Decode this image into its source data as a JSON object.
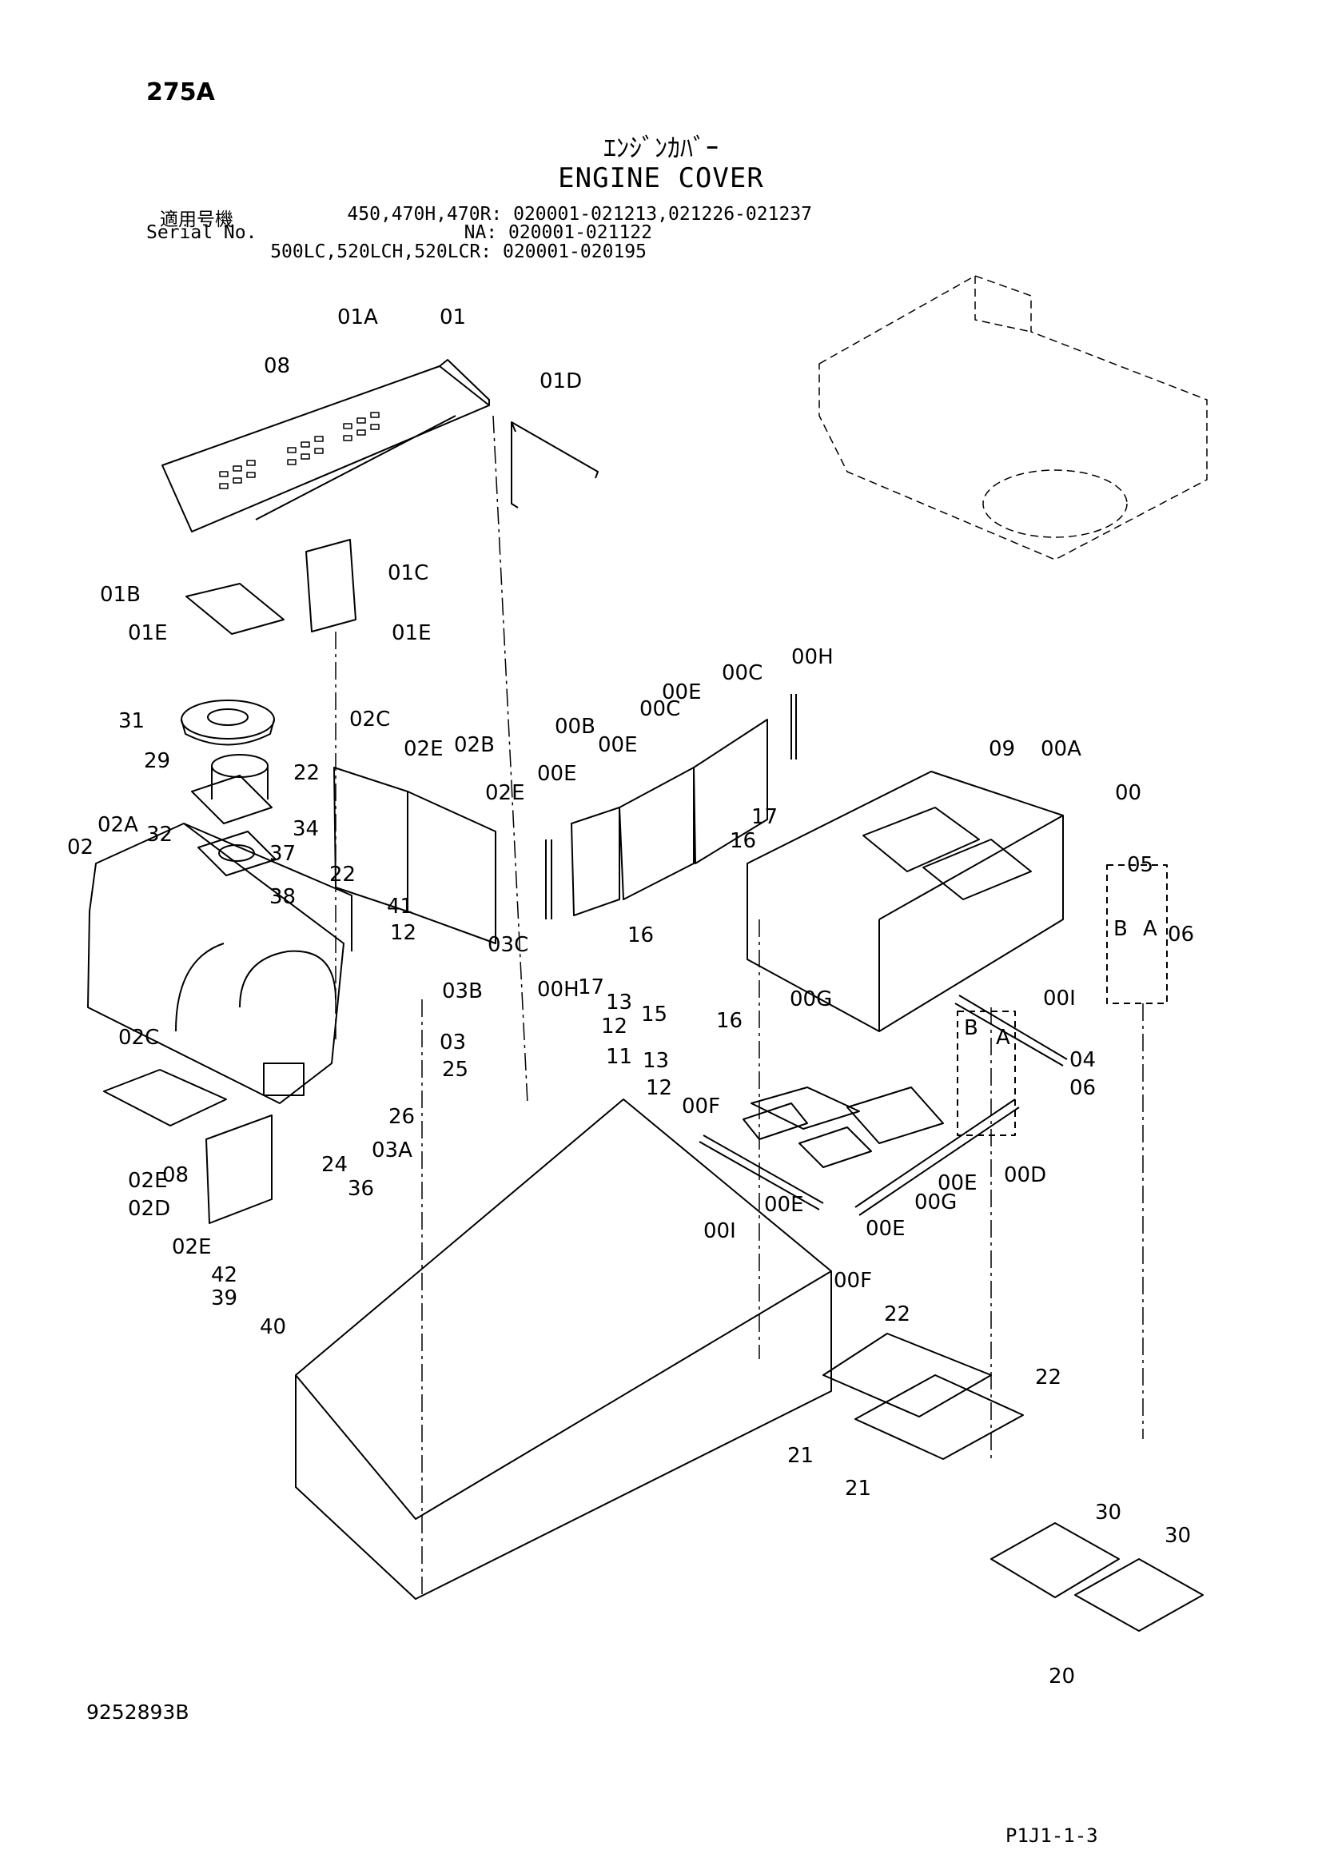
{
  "header": {
    "page_no": "275A",
    "title_jp": "ｴﾝｼﾞﾝｶﾊﾞｰ",
    "title_en": "ENGINE COVER",
    "serial_label_jp": "適用号機",
    "serial_label_en": "Serial No.",
    "serial_rows": [
      "450,470H,470R: 020001-021213,021226-021237",
      "NA: 020001-021122",
      "500LC,520LCH,520LCR: 020001-020195"
    ]
  },
  "footer": {
    "doc_no": "9252893B",
    "fig_code": "P1J1-1-3"
  },
  "callouts": [
    "01A",
    "01",
    "08",
    "01D",
    "01B",
    "01C",
    "01E",
    "01E",
    "31",
    "02C",
    "02E",
    "02B",
    "02E",
    "29",
    "22",
    "02A",
    "32",
    "34",
    "02",
    "37",
    "22",
    "38",
    "41",
    "12",
    "03C",
    "03B",
    "02C",
    "03",
    "25",
    "26",
    "03A",
    "24",
    "36",
    "02E",
    "08",
    "02D",
    "02E",
    "42",
    "39",
    "40",
    "00H",
    "00E",
    "00C",
    "00B",
    "00E",
    "00C",
    "00E",
    "09",
    "00A",
    "00",
    "17",
    "16",
    "00H",
    "05",
    "B",
    "A",
    "06",
    "16",
    "17",
    "15",
    "16",
    "13",
    "12",
    "11",
    "13",
    "12",
    "00I",
    "B",
    "A",
    "04",
    "06",
    "00G",
    "00F",
    "00E",
    "00G",
    "00E",
    "00D",
    "00I",
    "00E",
    "00F",
    "22",
    "22",
    "21",
    "21",
    "30",
    "30",
    "20"
  ]
}
